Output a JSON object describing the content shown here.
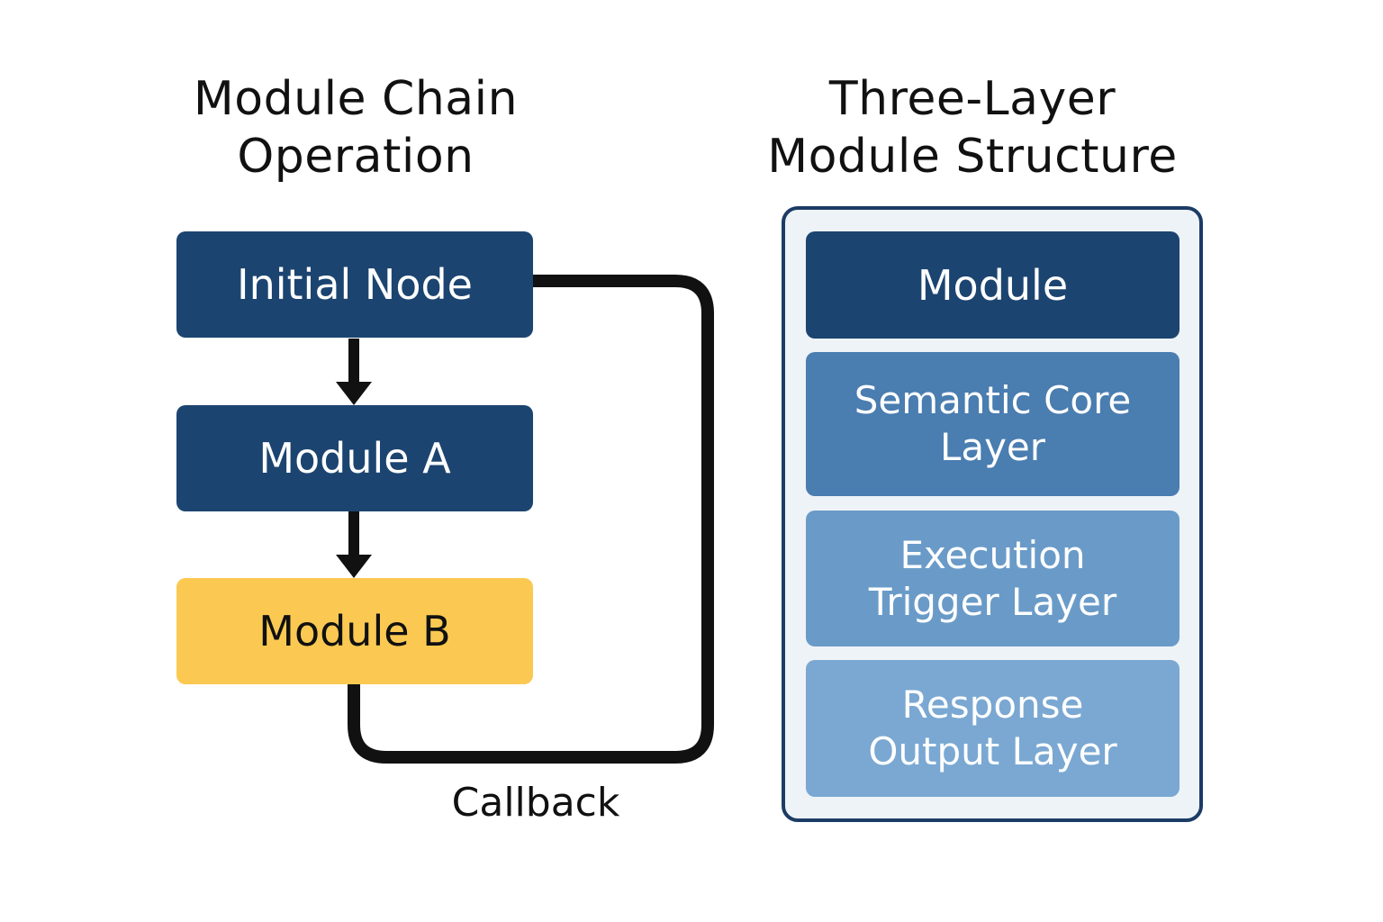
{
  "left_panel": {
    "title_lines": [
      "Module Chain",
      "Operation"
    ],
    "nodes": {
      "initial": "Initial Node",
      "module_a": "Module A",
      "module_b": "Module B"
    },
    "callback_label": "Callback"
  },
  "right_panel": {
    "title_lines": [
      "Three-Layer",
      "Module Structure"
    ],
    "layers": {
      "module": [
        "Module"
      ],
      "semantic": [
        "Semantic Core",
        "Layer"
      ],
      "execution": [
        "Execution",
        "Trigger Layer"
      ],
      "response": [
        "Response",
        "Output Layer"
      ]
    }
  },
  "colors": {
    "dark_blue": "#1c4470",
    "yellow": "#fbc952",
    "layer_mid_blue": "#4a7db0",
    "layer_light_blue": "#6a9bc8",
    "layer_lightest_blue": "#7aa8d2",
    "stack_border": "#1c3c66",
    "connector": "#111111"
  }
}
